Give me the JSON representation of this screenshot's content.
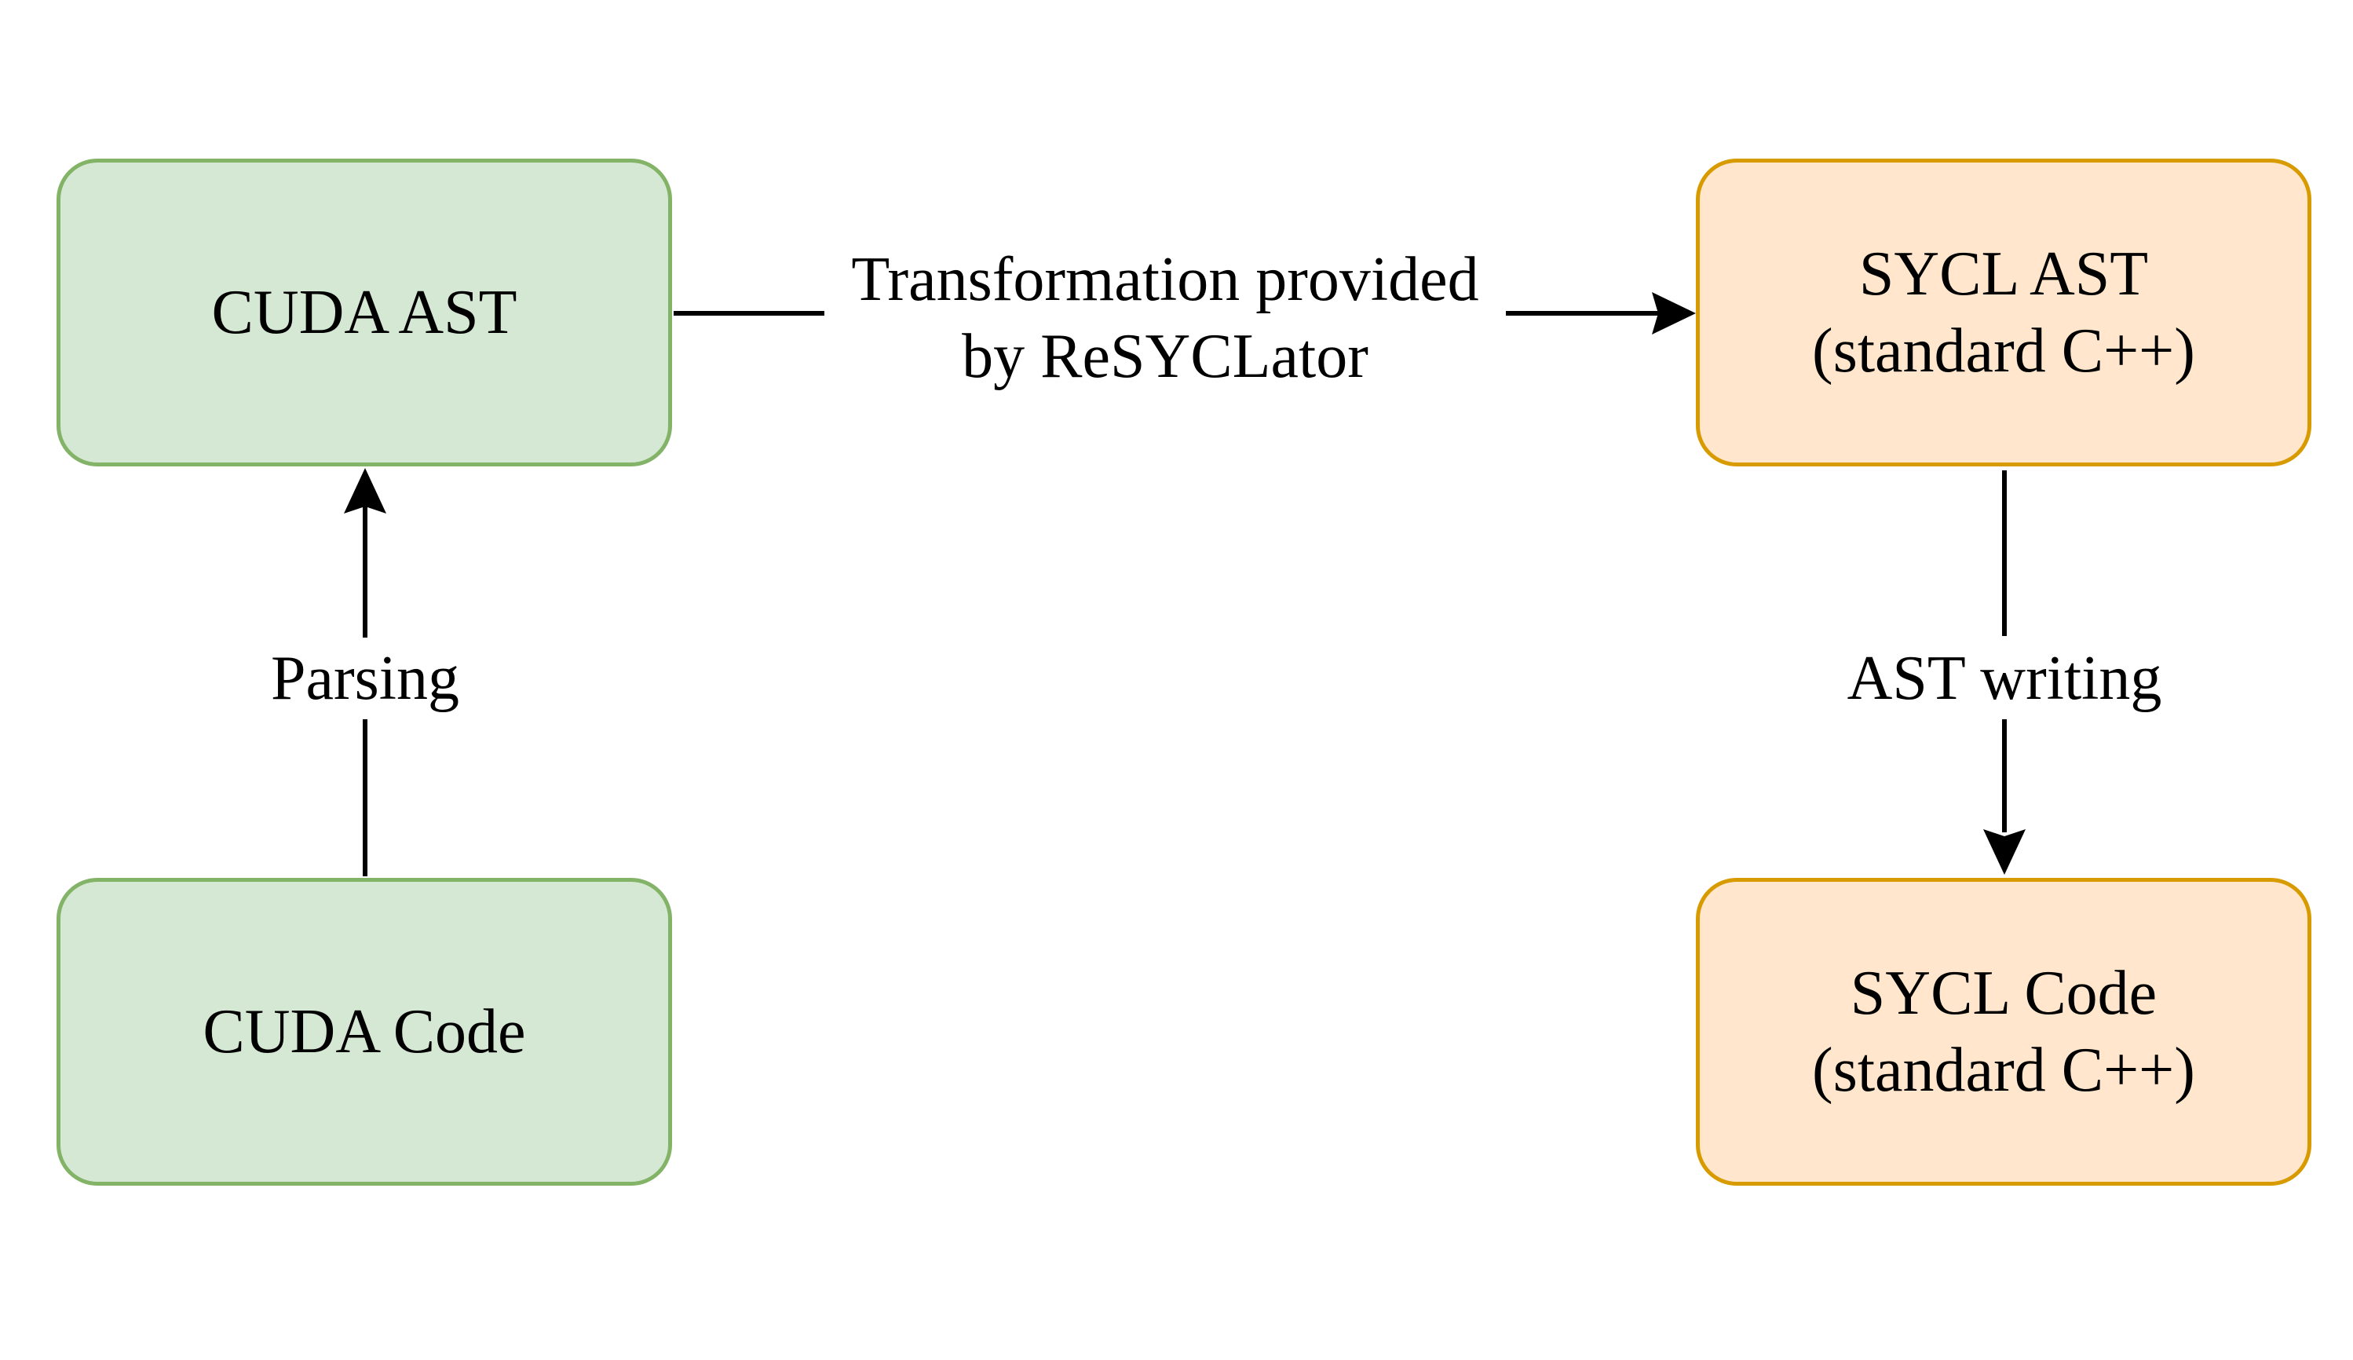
{
  "nodes": {
    "cuda_ast": {
      "lines": [
        "CUDA AST"
      ]
    },
    "cuda_code": {
      "lines": [
        "CUDA Code"
      ]
    },
    "sycl_ast": {
      "lines": [
        "SYCL AST",
        "(standard C++)"
      ]
    },
    "sycl_code": {
      "lines": [
        "SYCL Code",
        "(standard C++)"
      ]
    }
  },
  "edges": {
    "transformation": {
      "lines": [
        "Transformation provided",
        "by ReSYCLator"
      ]
    },
    "parsing": {
      "label": "Parsing"
    },
    "ast_writing": {
      "label": "AST writing"
    }
  },
  "colors": {
    "cuda_fill": "#d5e8d4",
    "cuda_stroke": "#82b366",
    "sycl_fill": "#ffe6cc",
    "sycl_stroke": "#d79b00",
    "edge": "#000000"
  }
}
